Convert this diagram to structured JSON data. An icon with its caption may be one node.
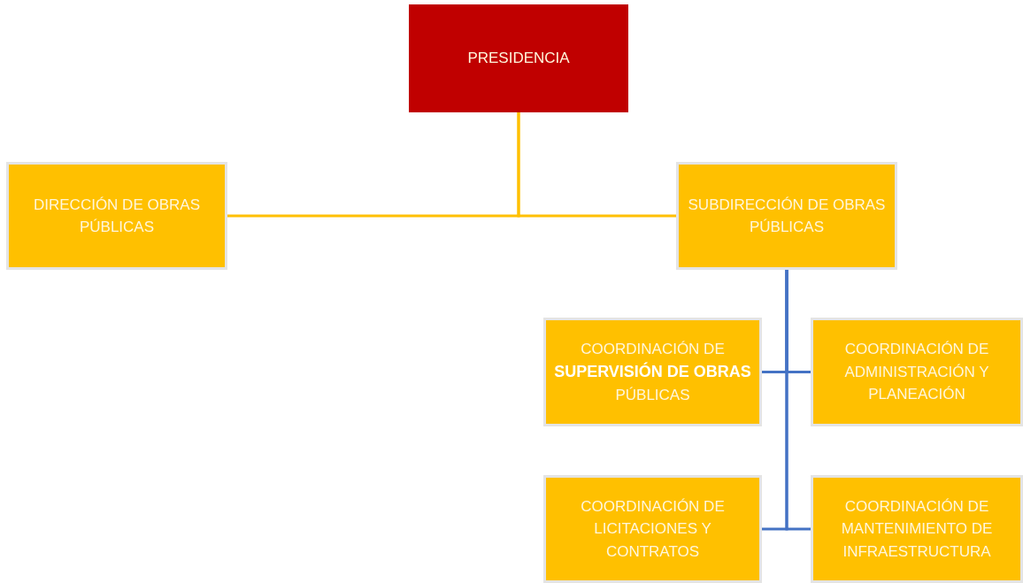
{
  "diagram": {
    "nodes": [
      {
        "text": [
          "PRESIDENCIA"
        ]
      },
      {
        "text": [
          "DIRECCIÓN DE OBRAS PÚBLICAS"
        ]
      },
      {
        "text": [
          "SUBDIRECCIÓN DE OBRAS PÚBLICAS"
        ]
      },
      {
        "text": [
          "COORDINACIÓN DE **SUPERVISIÓN DE OBRAS** PÚBLICAS"
        ]
      },
      {
        "text": [
          "COORDINACIÓN DE ADMINISTRACIÓN Y PLANEACIÓN"
        ]
      },
      {
        "text": [
          "COORDINACIÓN DE LICITACIONES Y CONTRATOS"
        ]
      },
      {
        "text": [
          "COORDINACIÓN DE MANTENIMIENTO DE INFRAESTRUCTURA"
        ]
      }
    ],
    "edges": [
      {
        "from": 0,
        "to": 1,
        "arrow": "none",
        "color": "#ffc000"
      },
      {
        "from": 0,
        "to": 2,
        "arrow": "none",
        "color": "#ffc000"
      },
      {
        "from": 2,
        "to": 3,
        "arrow": "none"
      },
      {
        "from": 2,
        "to": 4,
        "arrow": "none"
      },
      {
        "from": 2,
        "to": 5,
        "arrow": "none"
      },
      {
        "from": 2,
        "to": 6,
        "arrow": "none"
      }
    ]
  }
}
